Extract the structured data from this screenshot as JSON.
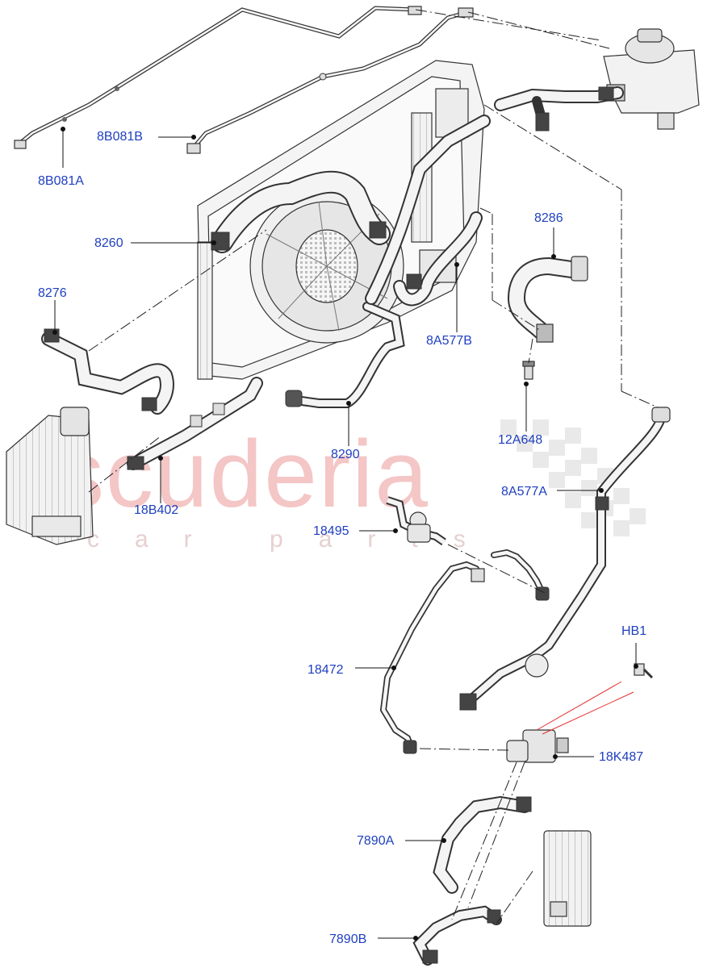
{
  "watermark": {
    "brand": "scuderia",
    "sub": "car parts"
  },
  "callouts": {
    "c8B081A": "8B081A",
    "c8B081B": "8B081B",
    "c8260": "8260",
    "c8276": "8276",
    "c8286": "8286",
    "c8A577B": "8A577B",
    "c12A648": "12A648",
    "c8290": "8290",
    "c18B402": "18B402",
    "c8A577A": "8A577A",
    "c18495": "18495",
    "cHB1": "HB1",
    "c18472": "18472",
    "c18K487": "18K487",
    "c7890A": "7890A",
    "c7890B": "7890B"
  },
  "colors": {
    "label": "#1f3fbf",
    "line": "#222222",
    "part_fill": "#f2f2f2",
    "highlight": "#e53030",
    "watermark": "#f4c6c6"
  }
}
